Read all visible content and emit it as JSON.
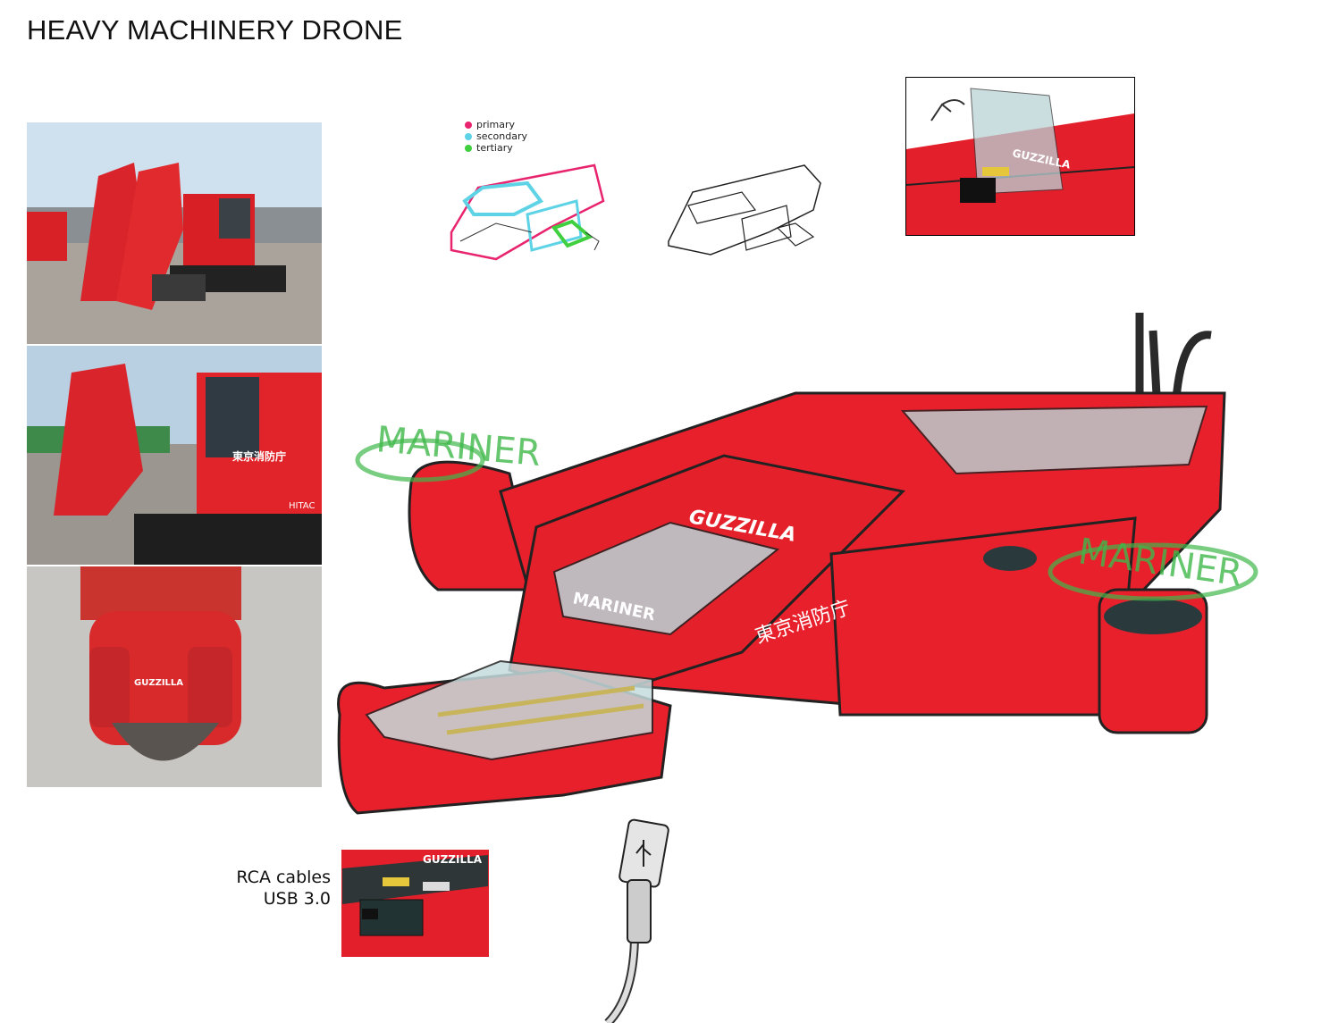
{
  "title": "HEAVY MACHINERY DRONE",
  "legend": [
    {
      "label": "primary",
      "color": "#e8246e"
    },
    {
      "label": "secondary",
      "color": "#5fd3e6"
    },
    {
      "label": "tertiary",
      "color": "#3fcf3f"
    }
  ],
  "callout_labels": [
    "RCA cables",
    "USB 3.0"
  ],
  "artwork_text": {
    "mariner_left": "MARINER",
    "mariner_right": "MARINER",
    "brand": "GUZZILLA",
    "hood_label": "MARINER",
    "side_kanji": "東京消防庁",
    "photo_kanji": "東京消防庁",
    "photo_model": "HITAC",
    "photo_brand": "GUZZILLA"
  },
  "colors": {
    "body_red": "#e8202c",
    "dark": "#2a3a3c",
    "mariner_green": "#3fb84a"
  }
}
